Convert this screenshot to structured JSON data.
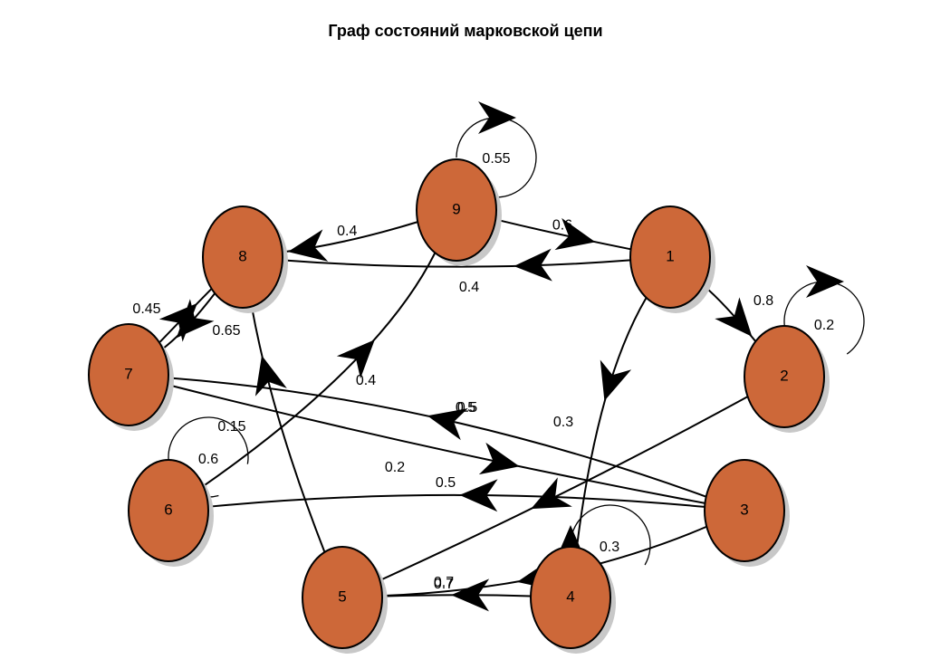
{
  "title": "Граф состояний марковской цепи",
  "colors": {
    "node_fill": "#cd6839",
    "node_stroke": "#000000",
    "edge": "#000000",
    "shadow": "#c8c8c8"
  },
  "nodes": [
    {
      "id": "1",
      "label": "1"
    },
    {
      "id": "2",
      "label": "2"
    },
    {
      "id": "3",
      "label": "3"
    },
    {
      "id": "4",
      "label": "4"
    },
    {
      "id": "5",
      "label": "5"
    },
    {
      "id": "6",
      "label": "6"
    },
    {
      "id": "7",
      "label": "7"
    },
    {
      "id": "8",
      "label": "8"
    },
    {
      "id": "9",
      "label": "9"
    }
  ],
  "edges": [
    {
      "from": "1",
      "to": "2",
      "label": "0.8"
    },
    {
      "from": "1",
      "to": "4",
      "label": "0.3"
    },
    {
      "from": "1",
      "to": "8",
      "label": "0.4"
    },
    {
      "from": "2",
      "to": "2",
      "label": "0.2"
    },
    {
      "from": "2",
      "to": "5",
      "label": "0.5"
    },
    {
      "from": "3",
      "to": "7",
      "label": "0.5"
    },
    {
      "from": "3",
      "to": "6",
      "label": "0.5"
    },
    {
      "from": "3",
      "to": "5",
      "label": "0.7"
    },
    {
      "from": "4",
      "to": "4",
      "label": "0.3"
    },
    {
      "from": "4",
      "to": "5",
      "label": "0.7"
    },
    {
      "from": "5",
      "to": "8",
      "label": "0.15"
    },
    {
      "from": "6",
      "to": "6",
      "label": "0.6"
    },
    {
      "from": "6",
      "to": "9",
      "label": "0.4"
    },
    {
      "from": "7",
      "to": "8",
      "label": "0.45"
    },
    {
      "from": "7",
      "to": "3",
      "label": "0.2"
    },
    {
      "from": "8",
      "to": "7",
      "label": "0.65"
    },
    {
      "from": "9",
      "to": "9",
      "label": "0.55"
    },
    {
      "from": "9",
      "to": "8",
      "label": "0.4"
    },
    {
      "from": "9",
      "to": "1",
      "label": "0.6"
    }
  ]
}
